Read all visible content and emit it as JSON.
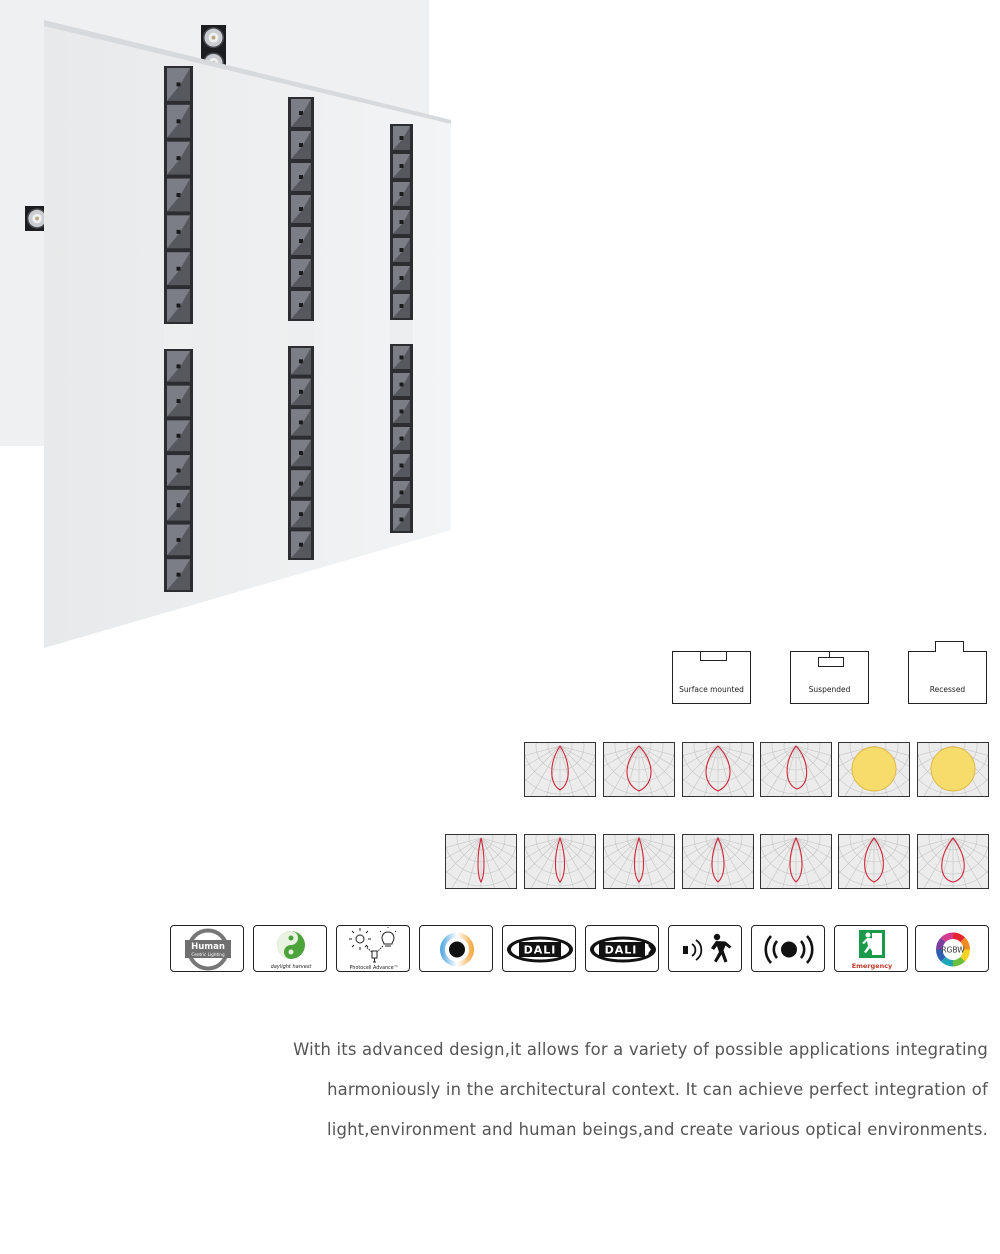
{
  "mounting": [
    {
      "label": "Surface mounted"
    },
    {
      "label": "Suspended"
    },
    {
      "label": "Recessed"
    }
  ],
  "features": [
    {
      "icon": "human-centric-lighting-icon",
      "title": "Human",
      "subtitle": "Centric Lighting"
    },
    {
      "icon": "daylight-harvest-icon",
      "caption": "daylight harvest"
    },
    {
      "icon": "photocell-advance-icon",
      "caption": "Photocell Advance™"
    },
    {
      "icon": "tunable-white-icon"
    },
    {
      "icon": "dali-icon",
      "text": "DALI"
    },
    {
      "icon": "dali-2-icon",
      "text": "DALI"
    },
    {
      "icon": "pir-motion-sensor-icon"
    },
    {
      "icon": "microwave-sensor-icon"
    },
    {
      "icon": "emergency-exit-icon",
      "caption": "Emergency"
    },
    {
      "icon": "rgbw-icon",
      "text": "RGBW"
    }
  ],
  "description": [
    "With its advanced design,it allows for a variety of possible applications integrating",
    "harmoniously in the architectural context. It can achieve perfect integration of",
    "light,environment and human beings,and create various optical environments."
  ]
}
